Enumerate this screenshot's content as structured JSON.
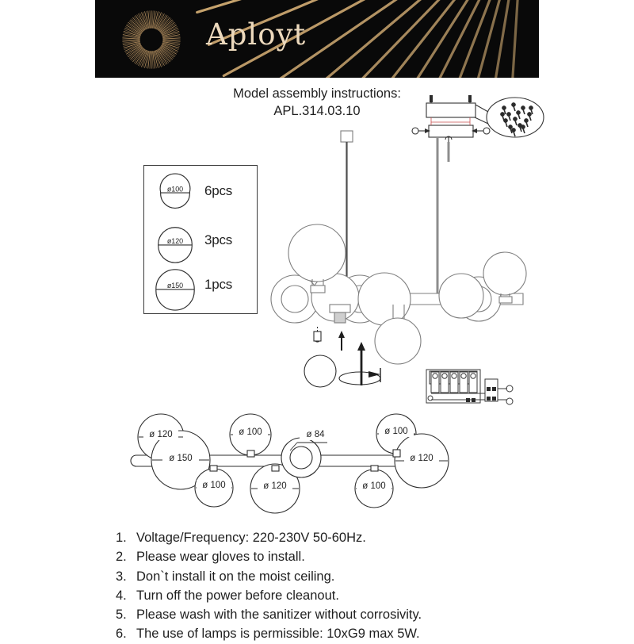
{
  "header": {
    "brand": "Aployt",
    "logo_icon": "sunburst-logo-icon",
    "rays_icon": "gold-rays-icon",
    "background_color": "#090909",
    "gold_color": "#d9b277",
    "brand_color": "#ecd9bd"
  },
  "title": {
    "line1": "Model assembly instructions:",
    "line2": "APL.314.03.10"
  },
  "parts_list": {
    "items": [
      {
        "diameter_label": "ø100",
        "qty_label": "6pcs"
      },
      {
        "diameter_label": "ø120",
        "qty_label": "3pcs"
      },
      {
        "diameter_label": "ø150",
        "qty_label": "1pcs"
      }
    ]
  },
  "ceiling_mount": {
    "name": "ceiling-mount-detail",
    "callout_icon": "screws-bubble-icon"
  },
  "terminal_block": {
    "name": "terminal-block-detail",
    "terminals": 5
  },
  "bulb_detail": {
    "name": "bulb-install-detail",
    "socket_icon": "g9-bulb-icon",
    "globe_icon": "glass-globe-icon"
  },
  "main_figure": {
    "name": "chandelier-perspective-view"
  },
  "dimension_figure": {
    "name": "chandelier-dimension-view",
    "labels": [
      {
        "text": "ø 120",
        "pos": "top-left"
      },
      {
        "text": "ø 150",
        "pos": "center-left-large"
      },
      {
        "text": "ø 100",
        "pos": "bottom-left"
      },
      {
        "text": "ø 100",
        "pos": "top-mid-left"
      },
      {
        "text": "ø 120",
        "pos": "bottom-mid"
      },
      {
        "text": "ø 84",
        "pos": "ring-callout"
      },
      {
        "text": "ø 100",
        "pos": "bottom-mid-right"
      },
      {
        "text": "ø 100",
        "pos": "top-right"
      },
      {
        "text": "ø 120",
        "pos": "right-large"
      }
    ]
  },
  "notes": [
    {
      "num": "1.",
      "text": "Voltage/Frequency: 220-230V 50-60Hz."
    },
    {
      "num": "2.",
      "text": "Please wear gloves to install."
    },
    {
      "num": "3.",
      "text": "Don`t install it on the moist ceiling."
    },
    {
      "num": "4.",
      "text": "Turn off the power before cleanout."
    },
    {
      "num": "5.",
      "text": "Please wash with the sanitizer without corrosivity."
    },
    {
      "num": "6.",
      "text": "The use of lamps is permissible: 10xG9 max 5W."
    }
  ]
}
